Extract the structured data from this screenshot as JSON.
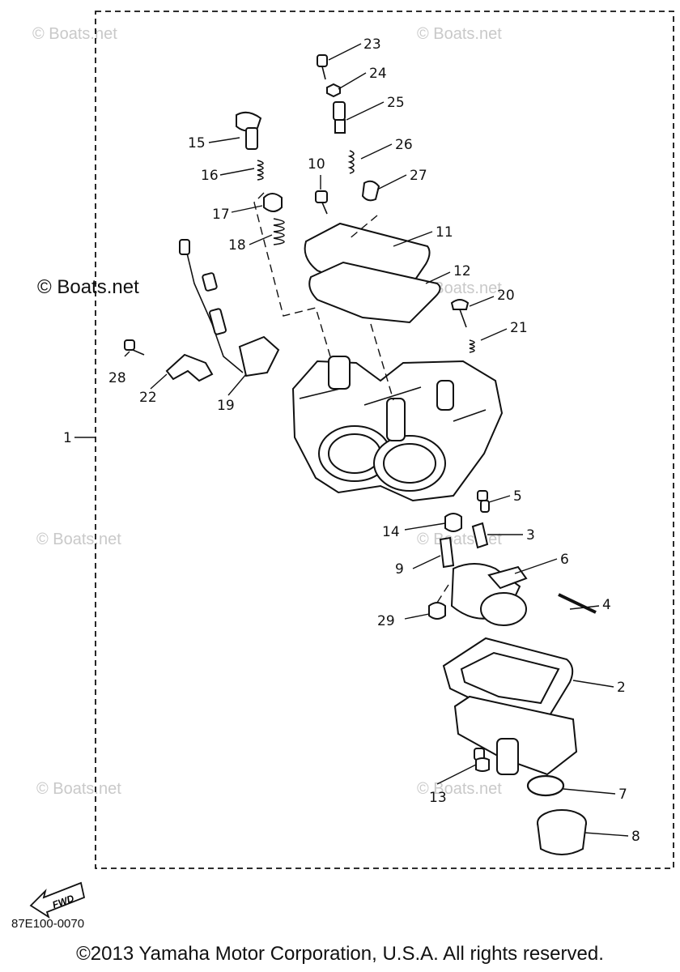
{
  "watermark": {
    "text": "© Boats.net"
  },
  "assembly_label": "1",
  "callouts": [
    {
      "key": "c23",
      "label": "23"
    },
    {
      "key": "c24",
      "label": "24"
    },
    {
      "key": "c25",
      "label": "25"
    },
    {
      "key": "c26",
      "label": "26"
    },
    {
      "key": "c27",
      "label": "27"
    },
    {
      "key": "c15",
      "label": "15"
    },
    {
      "key": "c16",
      "label": "16"
    },
    {
      "key": "c10",
      "label": "10"
    },
    {
      "key": "c17",
      "label": "17"
    },
    {
      "key": "c18",
      "label": "18"
    },
    {
      "key": "c11",
      "label": "11"
    },
    {
      "key": "c12",
      "label": "12"
    },
    {
      "key": "c20",
      "label": "20"
    },
    {
      "key": "c21",
      "label": "21"
    },
    {
      "key": "c28",
      "label": "28"
    },
    {
      "key": "c22",
      "label": "22"
    },
    {
      "key": "c19",
      "label": "19"
    },
    {
      "key": "c5",
      "label": "5"
    },
    {
      "key": "c14",
      "label": "14"
    },
    {
      "key": "c3",
      "label": "3"
    },
    {
      "key": "c6",
      "label": "6"
    },
    {
      "key": "c9",
      "label": "9"
    },
    {
      "key": "c4",
      "label": "4"
    },
    {
      "key": "c29",
      "label": "29"
    },
    {
      "key": "c2",
      "label": "2"
    },
    {
      "key": "c13",
      "label": "13"
    },
    {
      "key": "c7",
      "label": "7"
    },
    {
      "key": "c8",
      "label": "8"
    }
  ],
  "fwd_badge": "FWD",
  "drawing_code": "87E100-0070",
  "copyright": "©2013 Yamaha Motor Corporation, U.S.A. All rights reserved."
}
